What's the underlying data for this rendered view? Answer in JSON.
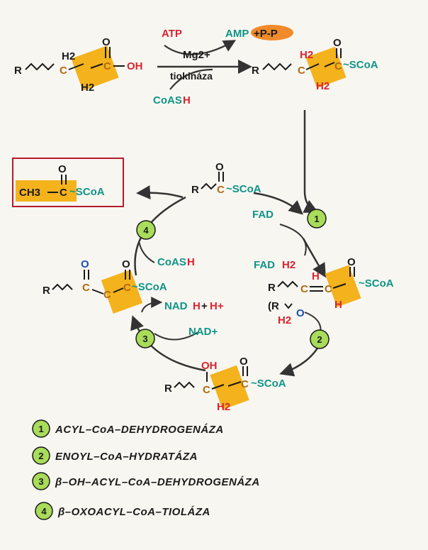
{
  "activation": {
    "substrate": {
      "r": "R",
      "c": "C",
      "h2_top": "H2",
      "h2_bottom": "H2",
      "carbonyl_c": "C",
      "o": "O",
      "oh": "OH"
    },
    "atp": "ATP",
    "amp": "AMP",
    "ppi": "+P-P",
    "mg": "Mg2+",
    "enzyme": "tiokináza",
    "coash_co": "CoAS",
    "coash_h": "H",
    "product": {
      "r": "R",
      "c": "C",
      "h2_top": "H2",
      "h2_bottom": "H2",
      "carbonyl_c": "C",
      "o": "O",
      "scoa": "~SCoA"
    }
  },
  "acetyl_box": {
    "ch3": "CH3",
    "dash": "–",
    "c": "C",
    "o": "O",
    "scoa": "~SCoA"
  },
  "top_acyl": {
    "r": "R",
    "c": "C",
    "o": "O",
    "scoa": "~SCoA"
  },
  "step1": {
    "fad": "FAD",
    "fadh2_fad": "FAD",
    "fadh2_h2": "H2"
  },
  "enoyl": {
    "r": "R",
    "c1": "C",
    "h_top": "H",
    "c2": "C",
    "h_bottom": "H",
    "o": "O",
    "scoa": "~SCoA",
    "r_paren": "(R",
    "water_h2": "H2",
    "water_o": "O"
  },
  "hydroxy": {
    "r": "R",
    "oh": "OH",
    "c": "C",
    "c2": "C",
    "h2": "H2",
    "o": "O",
    "scoa": "~SCoA"
  },
  "step3": {
    "nad": "NAD+",
    "nadh_nad": "NAD",
    "nadh_h": "H",
    "nadh_plus": "+",
    "nadh_hplus": "H+"
  },
  "oxo": {
    "r": "R",
    "c1": "C",
    "o1": "O",
    "c2": "C",
    "c3": "C",
    "o2": "O",
    "scoa": "~SCoA"
  },
  "step4": {
    "coash_co": "CoAS",
    "coash_h": "H"
  },
  "steps": [
    "1",
    "2",
    "3",
    "4"
  ],
  "legend": [
    {
      "num": "1",
      "label": "ACYL–CoA–DEHYDROGENÁZA"
    },
    {
      "num": "2",
      "label": "ENOYL–CoA–HYDRATÁZA"
    },
    {
      "num": "3",
      "label": "β–OH–ACYL–CoA–DEHYDROGENÁZA"
    },
    {
      "num": "4",
      "label": "β–OXOACYL–CoA–TIOLÁZA"
    }
  ],
  "colors": {
    "highlight": "#f4b21c",
    "circle": "#a8dc5a",
    "box_border": "#b5192c",
    "ppi_blob": "#f08a2a"
  }
}
